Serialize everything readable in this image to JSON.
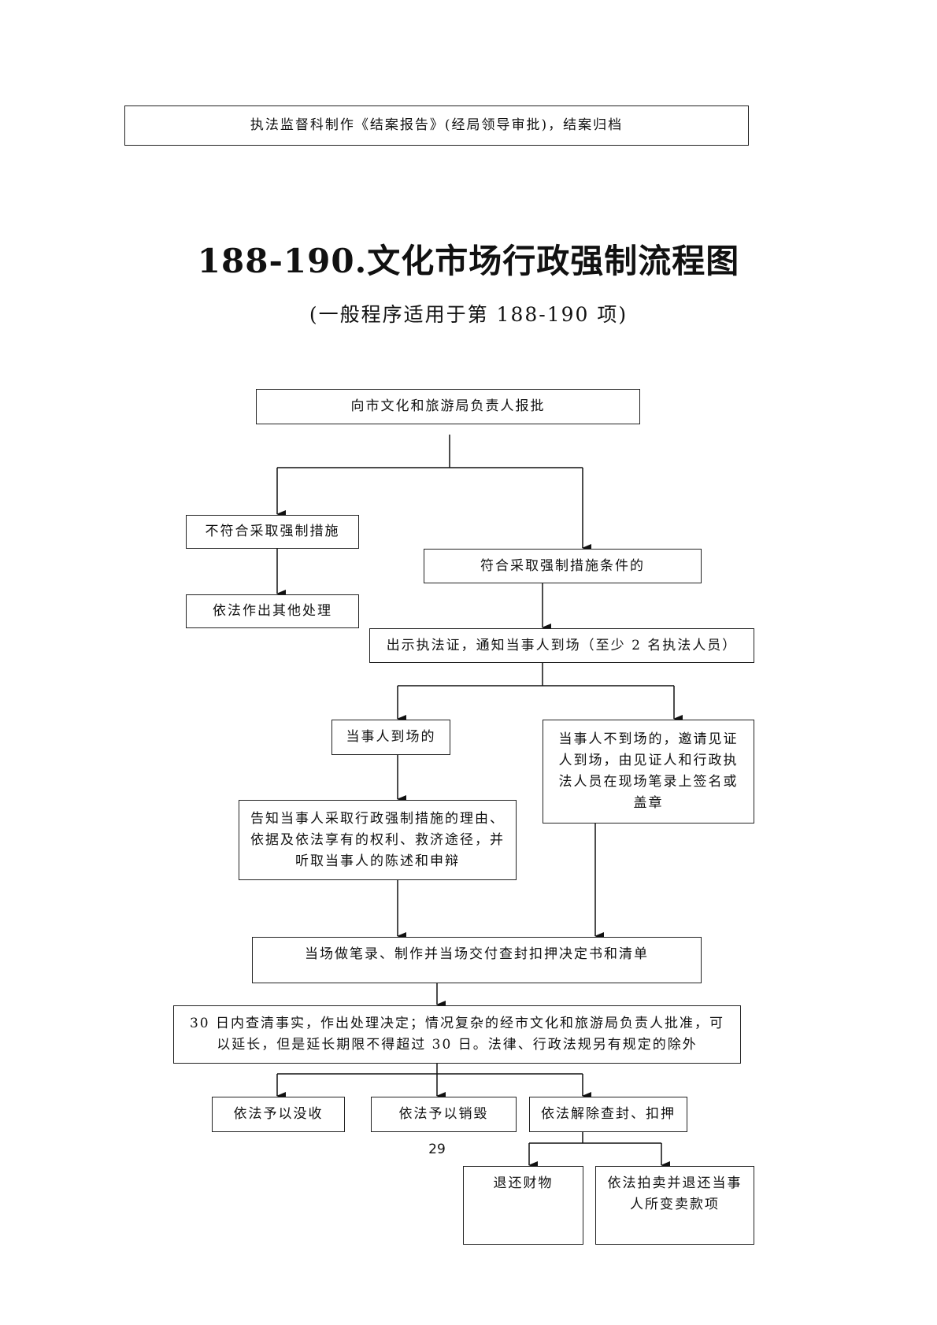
{
  "prev_box": "执法监督科制作《结案报告》(经局领导审批)，结案归档",
  "title": "188-190.文化市场行政强制流程图",
  "subtitle": "(一般程序适用于第 188-190 项)",
  "nodes": {
    "report": "向市文化和旅游局负责人报批",
    "not_meet": "不符合采取强制措施",
    "other_handling": "依法作出其他处理",
    "meet": "符合采取强制措施条件的",
    "notify": "出示执法证，通知当事人到场（至少 2 名执法人员）",
    "present": "当事人到场的",
    "absent": "当事人不到场的，邀请见证人到场，由见证人和行政执法人员在现场笔录上签名或盖章",
    "inform": "告知当事人采取行政强制措施的理由、依据及依法享有的权利、救济途径，并听取当事人的陈述和申辩",
    "record": "当场做笔录、制作并当场交付查封扣押决定书和清单",
    "decide": "30 日内查清事实，作出处理决定；情况复杂的经市文化和旅游局负责人批准，可以延长，但是延长期限不得超过 30 日。法律、行政法规另有规定的除外",
    "confiscate": "依法予以没收",
    "destroy": "依法予以销毁",
    "release": "依法解除查封、扣押",
    "return": "退还财物",
    "auction": "依法拍卖并退还当事人所变卖款项"
  },
  "page_number": "29"
}
